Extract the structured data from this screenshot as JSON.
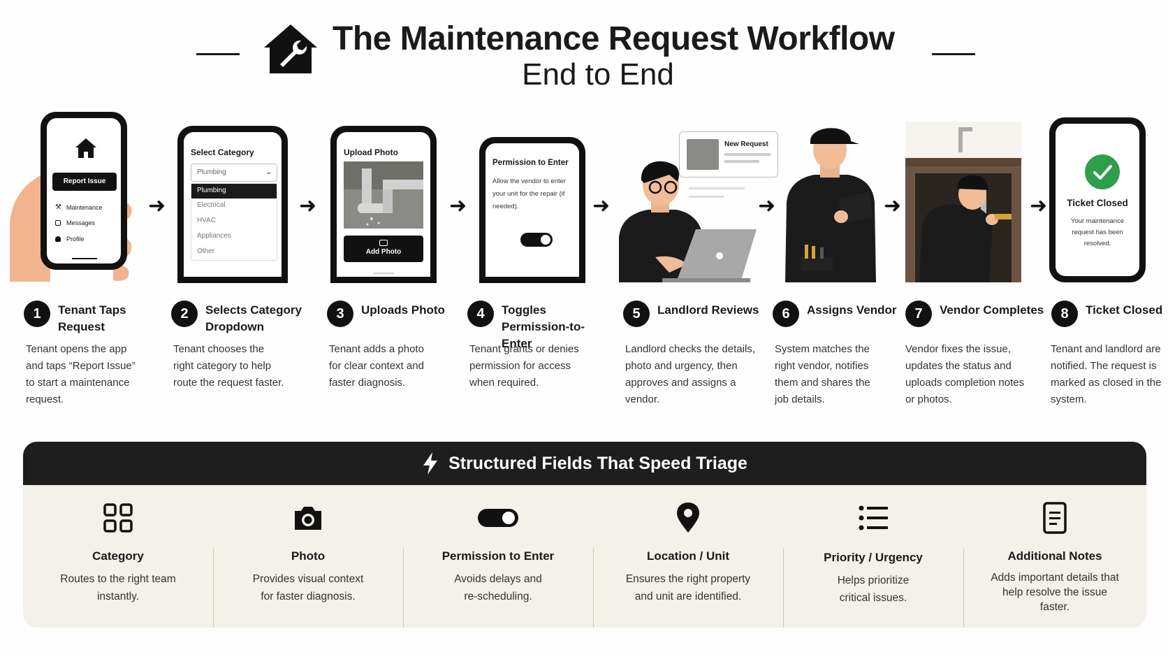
{
  "header": {
    "title": "The Maintenance Request Workflow",
    "subtitle": "End to End"
  },
  "screens": {
    "s1": {
      "button": "Report Issue",
      "menu": [
        "Maintenance",
        "Messages",
        "Profile"
      ]
    },
    "s2": {
      "title": "Select Category",
      "selected": "Plumbing",
      "options": [
        "Plumbing",
        "Electrical",
        "HVAC",
        "Appliances",
        "Other"
      ]
    },
    "s3": {
      "title": "Upload Photo",
      "button": "Add Photo"
    },
    "s4": {
      "title": "Permission to Enter",
      "text": "Allow the vendor to enter your unit for the repair (if needed)."
    },
    "s5": {
      "card_title": "New Request"
    },
    "s8": {
      "title": "Ticket Closed",
      "text": "Your maintenance request has been resolved."
    }
  },
  "steps": [
    {
      "num": "1",
      "title": "Tenant Taps Request",
      "desc": "Tenant opens the app and taps “Report Issue” to start a maintenance request."
    },
    {
      "num": "2",
      "title": "Selects Category Dropdown",
      "desc": "Tenant chooses the right category to help route the request faster."
    },
    {
      "num": "3",
      "title": "Uploads Photo",
      "desc": "Tenant adds a photo for clear context and faster diagnosis."
    },
    {
      "num": "4",
      "title": "Toggles Permission-to-Enter",
      "desc": "Tenant grants or denies permission for access when required."
    },
    {
      "num": "5",
      "title": "Landlord Reviews",
      "desc": "Landlord checks the details, photo and urgency, then approves and assigns a vendor."
    },
    {
      "num": "6",
      "title": "Assigns Vendor",
      "desc": "System matches the right vendor, notifies them and shares the job details."
    },
    {
      "num": "7",
      "title": "Vendor Completes",
      "desc": "Vendor fixes the issue, updates the status and uploads completion notes or photos."
    },
    {
      "num": "8",
      "title": "Ticket Closed",
      "desc": "Tenant and landlord are notified. The request is marked as closed in the system."
    }
  ],
  "panel": {
    "title": "Structured Fields That Speed Triage",
    "fields": [
      {
        "icon": "grid-icon",
        "name": "Category",
        "desc": "Routes to the right team instantly."
      },
      {
        "icon": "camera-icon",
        "name": "Photo",
        "desc": "Provides visual context for faster diagnosis."
      },
      {
        "icon": "toggle-icon",
        "name": "Permission to Enter",
        "desc": "Avoids delays and re-scheduling."
      },
      {
        "icon": "location-pin-icon",
        "name": "Location / Unit",
        "desc": "Ensures the right property and unit are identified."
      },
      {
        "icon": "list-icon",
        "name": "Priority / Urgency",
        "desc": "Helps prioritize critical issues."
      },
      {
        "icon": "document-icon",
        "name": "Additional Notes",
        "desc": "Adds important details that help resolve the issue faster."
      }
    ]
  },
  "colors": {
    "dark": "#111111",
    "panel_bg": "#f4f0ea",
    "check_green": "#2e9e4a",
    "skin": "#f2b48e"
  }
}
